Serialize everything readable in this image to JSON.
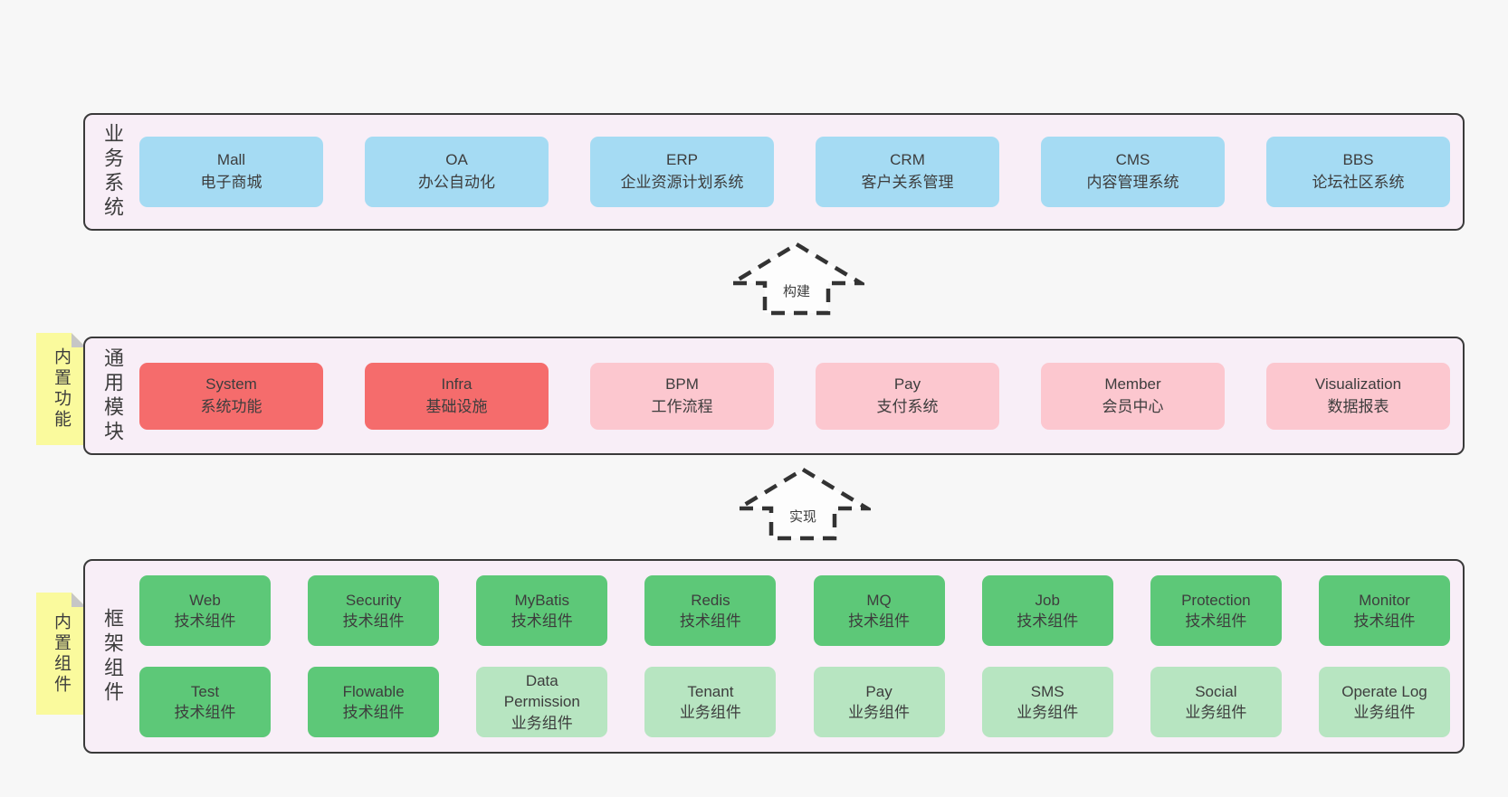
{
  "colors": {
    "page_background": "#f7f7f7",
    "container_fill": "#f8eef7",
    "container_border": "#3a3a3a",
    "blue_box": "#a5dbf3",
    "red_box": "#f56c6c",
    "pink_box": "#fcc7cf",
    "green_dark_box": "#5dc878",
    "green_light_box": "#b7e5c1",
    "sticky_note": "#fafa9d",
    "sticky_fold": "#c6c6c6",
    "text": "#3d3d3d"
  },
  "arrows": {
    "build": {
      "label": "构建"
    },
    "implement": {
      "label": "实现"
    }
  },
  "sections": {
    "business_systems": {
      "label": "业务系统",
      "items": [
        {
          "name": "Mall",
          "desc": "电子商城"
        },
        {
          "name": "OA",
          "desc": "办公自动化"
        },
        {
          "name": "ERP",
          "desc": "企业资源计划系统"
        },
        {
          "name": "CRM",
          "desc": "客户关系管理"
        },
        {
          "name": "CMS",
          "desc": "内容管理系统"
        },
        {
          "name": "BBS",
          "desc": "论坛社区系统"
        }
      ]
    },
    "common_modules": {
      "label": "通用模块",
      "sticky_note": "内置功能",
      "items": [
        {
          "name": "System",
          "desc": "系统功能",
          "variant": "red"
        },
        {
          "name": "Infra",
          "desc": "基础设施",
          "variant": "red"
        },
        {
          "name": "BPM",
          "desc": "工作流程",
          "variant": "pink"
        },
        {
          "name": "Pay",
          "desc": "支付系统",
          "variant": "pink"
        },
        {
          "name": "Member",
          "desc": "会员中心",
          "variant": "pink"
        },
        {
          "name": "Visualization",
          "desc": "数据报表",
          "variant": "pink"
        }
      ]
    },
    "framework_components": {
      "label": "框架组件",
      "sticky_note": "内置组件",
      "row1": [
        {
          "name": "Web",
          "desc": "技术组件",
          "variant": "green-dark"
        },
        {
          "name": "Security",
          "desc": "技术组件",
          "variant": "green-dark"
        },
        {
          "name": "MyBatis",
          "desc": "技术组件",
          "variant": "green-dark"
        },
        {
          "name": "Redis",
          "desc": "技术组件",
          "variant": "green-dark"
        },
        {
          "name": "MQ",
          "desc": "技术组件",
          "variant": "green-dark"
        },
        {
          "name": "Job",
          "desc": "技术组件",
          "variant": "green-dark"
        },
        {
          "name": "Protection",
          "desc": "技术组件",
          "variant": "green-dark"
        },
        {
          "name": "Monitor",
          "desc": "技术组件",
          "variant": "green-dark"
        }
      ],
      "row2": [
        {
          "name": "Test",
          "desc": "技术组件",
          "variant": "green-dark"
        },
        {
          "name": "Flowable",
          "desc": "技术组件",
          "variant": "green-dark"
        },
        {
          "name": "Data Permission",
          "desc": "业务组件",
          "variant": "green-light"
        },
        {
          "name": "Tenant",
          "desc": "业务组件",
          "variant": "green-light"
        },
        {
          "name": "Pay",
          "desc": "业务组件",
          "variant": "green-light"
        },
        {
          "name": "SMS",
          "desc": "业务组件",
          "variant": "green-light"
        },
        {
          "name": "Social",
          "desc": "业务组件",
          "variant": "green-light"
        },
        {
          "name": "Operate Log",
          "desc": "业务组件",
          "variant": "green-light"
        }
      ]
    }
  }
}
